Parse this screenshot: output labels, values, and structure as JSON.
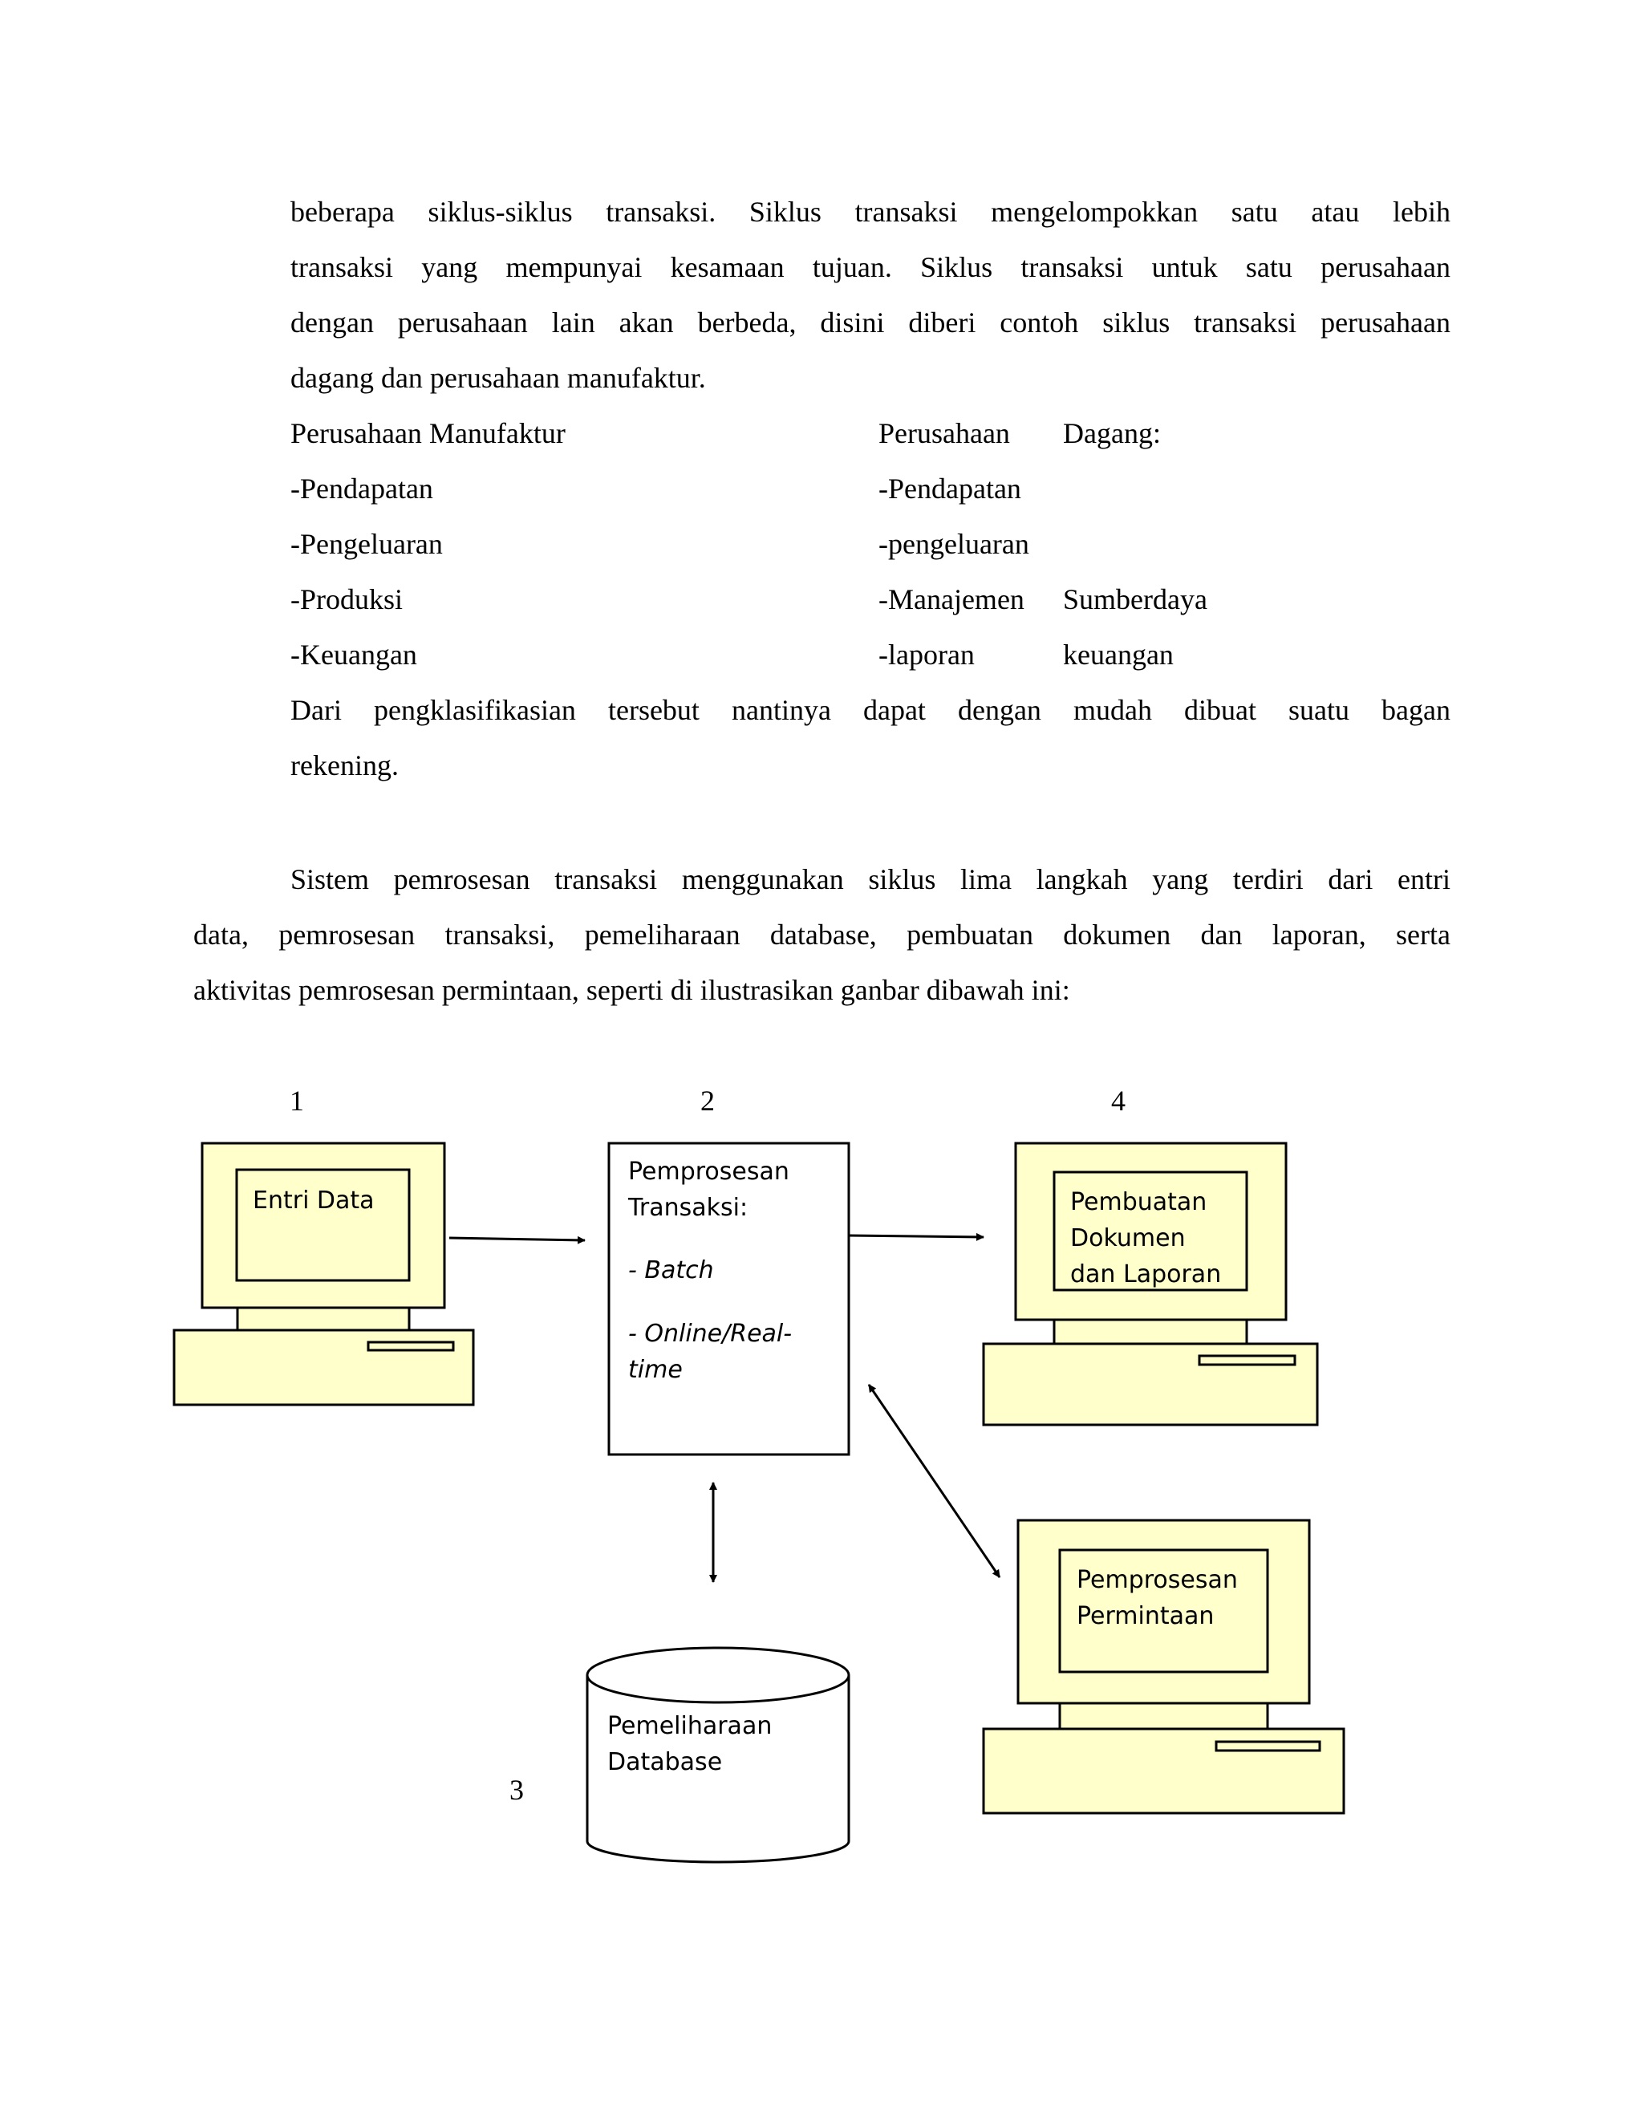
{
  "paragraph1": {
    "lines": [
      "beberapa siklus-siklus transaksi. Siklus transaksi mengelompokkan satu atau lebih",
      "transaksi yang mempunyai kesamaan tujuan. Siklus transaksi untuk satu perusahaan",
      "dengan perusahaan lain akan berbeda, disini diberi contoh siklus transaksi perusahaan",
      "dagang dan perusahaan manufaktur."
    ]
  },
  "cycle_table": {
    "header": {
      "left": "Perusahaan Manufaktur",
      "right_a": "Perusahaan",
      "right_b": "Dagang:"
    },
    "rows": [
      {
        "left": "-Pendapatan",
        "right_a": "-Pendapatan",
        "right_b": ""
      },
      {
        "left": "-Pengeluaran",
        "right_a": "-pengeluaran",
        "right_b": ""
      },
      {
        "left": "-Produksi",
        "right_a": "-Manajemen",
        "right_b": "Sumberdaya"
      },
      {
        "left": "-Keuangan",
        "right_a": "-laporan",
        "right_b": "keuangan"
      }
    ]
  },
  "paragraph2": {
    "lines": [
      "Dari pengklasifikasian tersebut nantinya dapat dengan mudah dibuat suatu bagan",
      "rekening."
    ]
  },
  "paragraph3": {
    "lines": [
      "Sistem pemrosesan transaksi menggunakan siklus lima langkah yang terdiri dari entri",
      "data, pemrosesan transaksi, pemeliharaan database, pembuatan dokumen dan laporan, serta",
      "aktivitas pemrosesan permintaan, seperti di ilustrasikan ganbar dibawah ini:"
    ]
  },
  "diagram": {
    "numbers": {
      "n1": "1",
      "n2": "2",
      "n3": "3",
      "n4": "4"
    },
    "entri_data": "Entri Data",
    "processing": {
      "title_1": "Pemprosesan",
      "title_2": "Transaksi:",
      "batch": "- Batch",
      "online_1": "- Online/Real-",
      "online_2": "time"
    },
    "database": {
      "line1": "Pemeliharaan",
      "line2": "Database"
    },
    "documents": {
      "line1": "Pembuatan",
      "line2": "Dokumen",
      "line3": "dan Laporan"
    },
    "inquiry": {
      "line1": "Pemprosesan",
      "line2": "Permintaan"
    },
    "colors": {
      "computer_fill": "#ffffcc",
      "stroke": "#000000"
    }
  }
}
